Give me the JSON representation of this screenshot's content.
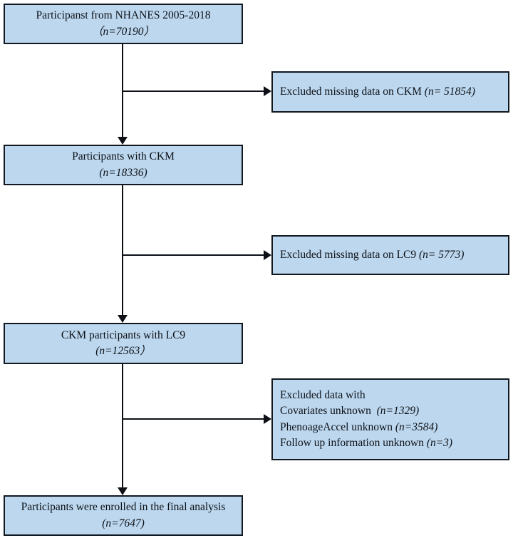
{
  "figure": {
    "type": "flowchart",
    "title": "Participant selection flow diagram",
    "colors": {
      "node_fill": "#bcd7ee",
      "node_border": "#111820",
      "connector": "#0d1117",
      "background": "#ffffff"
    }
  },
  "nodes": {
    "participants_nhanes": {
      "lines": [
        "Participanst from NHANES 2005-2018",
        "（n=70190）"
      ],
      "count": 70190
    },
    "excluded_ckm": {
      "lines": [
        "Excluded missing data on CKM (n= 51854)"
      ],
      "count": 51854
    },
    "participants_ckm": {
      "lines": [
        "Participants with CKM",
        "(n=18336)"
      ],
      "count": 18336
    },
    "excluded_lc9": {
      "lines": [
        "Excluded missing data on LC9 (n= 5773)"
      ],
      "count": 5773
    },
    "ckm_with_lc9": {
      "lines": [
        "CKM participants with LC9",
        "(n=12563）"
      ],
      "count": 12563
    },
    "excluded_other": {
      "lines": [
        "Excluded data with",
        "Covariates unknown  (n=1329)",
        "PhenoageAccel unknown (n=3584)",
        "Follow up information unknown (n=3)"
      ],
      "counts": {
        "covariates_unknown": 1329,
        "phenoage_accel_unknown": 3584,
        "follow_up_information_unknown": 3
      }
    },
    "final_analysis": {
      "lines": [
        "Participants were enrolled in the final analysis",
        "(n=7647)"
      ],
      "count": 7647
    }
  }
}
